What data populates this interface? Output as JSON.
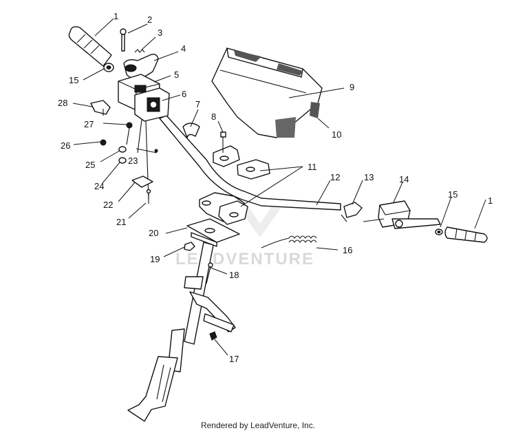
{
  "diagram": {
    "callouts": [
      "1",
      "2",
      "3",
      "4",
      "15",
      "5",
      "6",
      "28",
      "7",
      "9",
      "8",
      "27",
      "10",
      "26",
      "25",
      "23",
      "11",
      "24",
      "12",
      "13",
      "14",
      "22",
      "15",
      "1",
      "21",
      "20",
      "16",
      "19",
      "18",
      "17"
    ],
    "watermark": "LEADVENTURE",
    "footer": "Rendered by LeadVenture, Inc."
  }
}
